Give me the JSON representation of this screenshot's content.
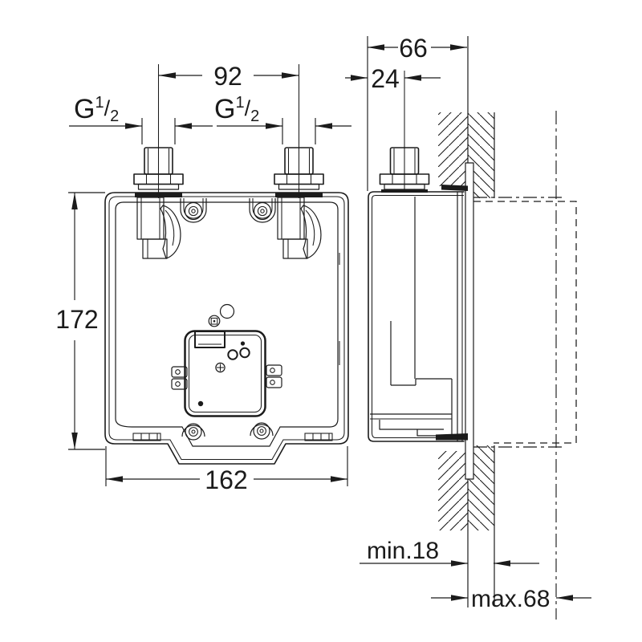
{
  "drawing": {
    "kind": "technical-dimension-drawing",
    "front_view": {
      "dim_port_spacing": "92",
      "dim_height": "172",
      "dim_width": "162",
      "thread_left": {
        "base": "G",
        "sup": "1",
        "slash": "/",
        "sub": "2"
      },
      "thread_right": {
        "base": "G",
        "sup": "1",
        "slash": "/",
        "sub": "2"
      }
    },
    "side_view": {
      "dim_total_depth": "66",
      "dim_pipe_center_offset": "24",
      "dim_wall_thickness_min": "min.18",
      "dim_install_depth_max": "max.68"
    },
    "colors": {
      "line": "#1b1b1b",
      "background": "#ffffff"
    }
  }
}
